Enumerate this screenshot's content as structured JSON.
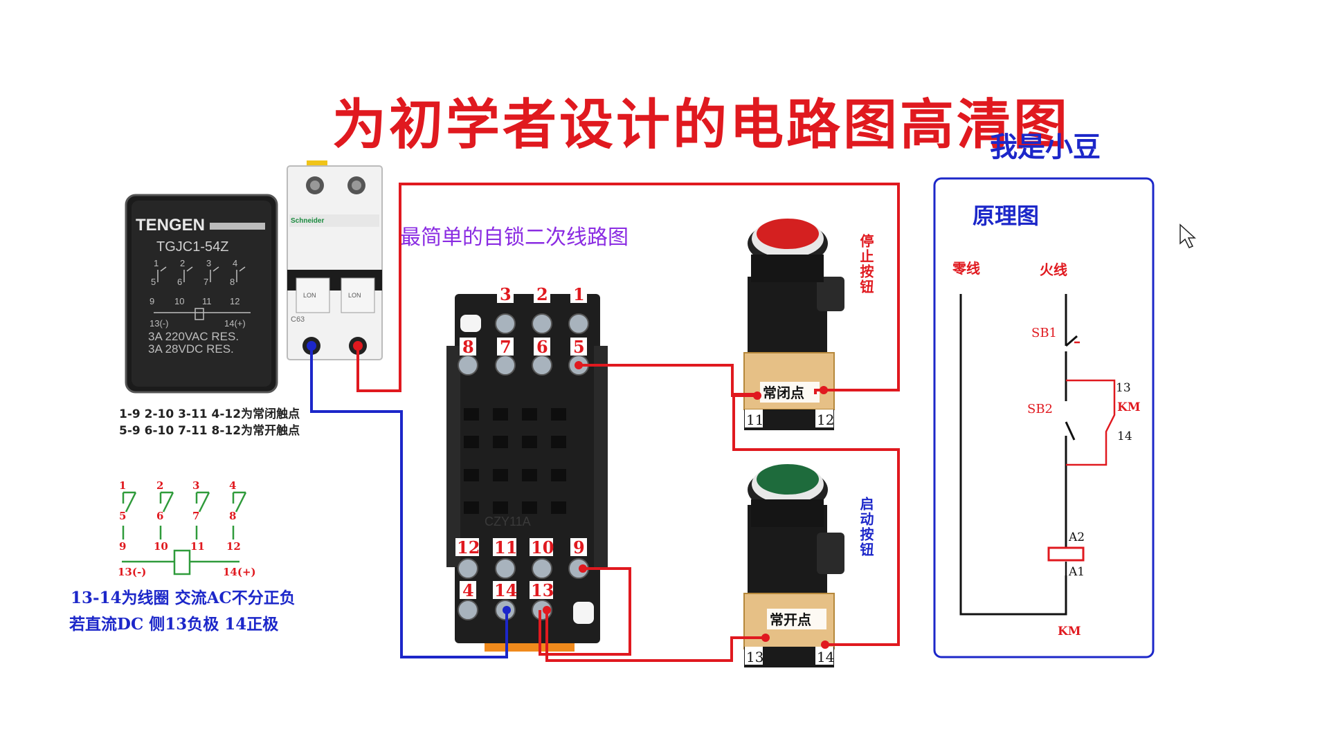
{
  "header": {
    "title": "为初学者设计的电路图高清图",
    "author": "我是小豆",
    "subtitle": "最简单的自锁二次线路图"
  },
  "relay": {
    "brand": "TENGEN",
    "model": "TGJC1-54Z",
    "top_pins": [
      "1",
      "2",
      "3",
      "4"
    ],
    "mid_pins": [
      "5",
      "6",
      "7",
      "8"
    ],
    "bottom_pins": [
      "9",
      "10",
      "11",
      "12"
    ],
    "coil_neg": "13(-)",
    "coil_pos": "14(+)",
    "rating1": "3A 220VAC RES.",
    "rating2": "3A 28VDC RES."
  },
  "breaker": {
    "brand": "Schneider",
    "model": "C63",
    "lever_label": "LON"
  },
  "contacts_note": {
    "line1": "1-9 2-10 3-11 4-12为常闭触点",
    "line2": "5-9 6-10 7-11 8-12为常开触点"
  },
  "mini_schematic": {
    "top_nums": [
      "1",
      "2",
      "3",
      "4"
    ],
    "mid_nums": [
      "5",
      "6",
      "7",
      "8"
    ],
    "bot_nums": [
      "9",
      "10",
      "11",
      "12"
    ],
    "coil_neg": "13(-)",
    "coil_pos": "14(+)"
  },
  "coil_note": {
    "line1": "13-14为线圈  交流AC不分正负",
    "line2": "若直流DC   侧13负极   14正极"
  },
  "socket": {
    "top_row": [
      "3",
      "2",
      "1"
    ],
    "second_row": [
      "8",
      "7",
      "6",
      "5"
    ],
    "lower_row": [
      "12",
      "11",
      "10",
      "9"
    ],
    "bottom_row": [
      "4",
      "14",
      "13"
    ],
    "model": "CZY11A"
  },
  "stop_button": {
    "label": "停止按钮",
    "contact_type": "常闭点",
    "left_terminal": "11",
    "right_terminal": "12",
    "color": "#d42020"
  },
  "start_button": {
    "label": "启动按钮",
    "contact_type": "常开点",
    "left_terminal": "13",
    "right_terminal": "14",
    "color": "#1e6b3c"
  },
  "principle": {
    "title": "原理图",
    "neutral": "零线",
    "live": "火线",
    "sb1": "SB1",
    "sb2": "SB2",
    "km_contact_13": "13",
    "km_contact_14": "14",
    "km_contact_label": "KM",
    "coil_a2": "A2",
    "coil_a1": "A1",
    "coil_label": "KM"
  },
  "colors": {
    "red_wire": "#e0191f",
    "blue_wire": "#1c27c9",
    "green_schematic": "#2f9b3b"
  }
}
